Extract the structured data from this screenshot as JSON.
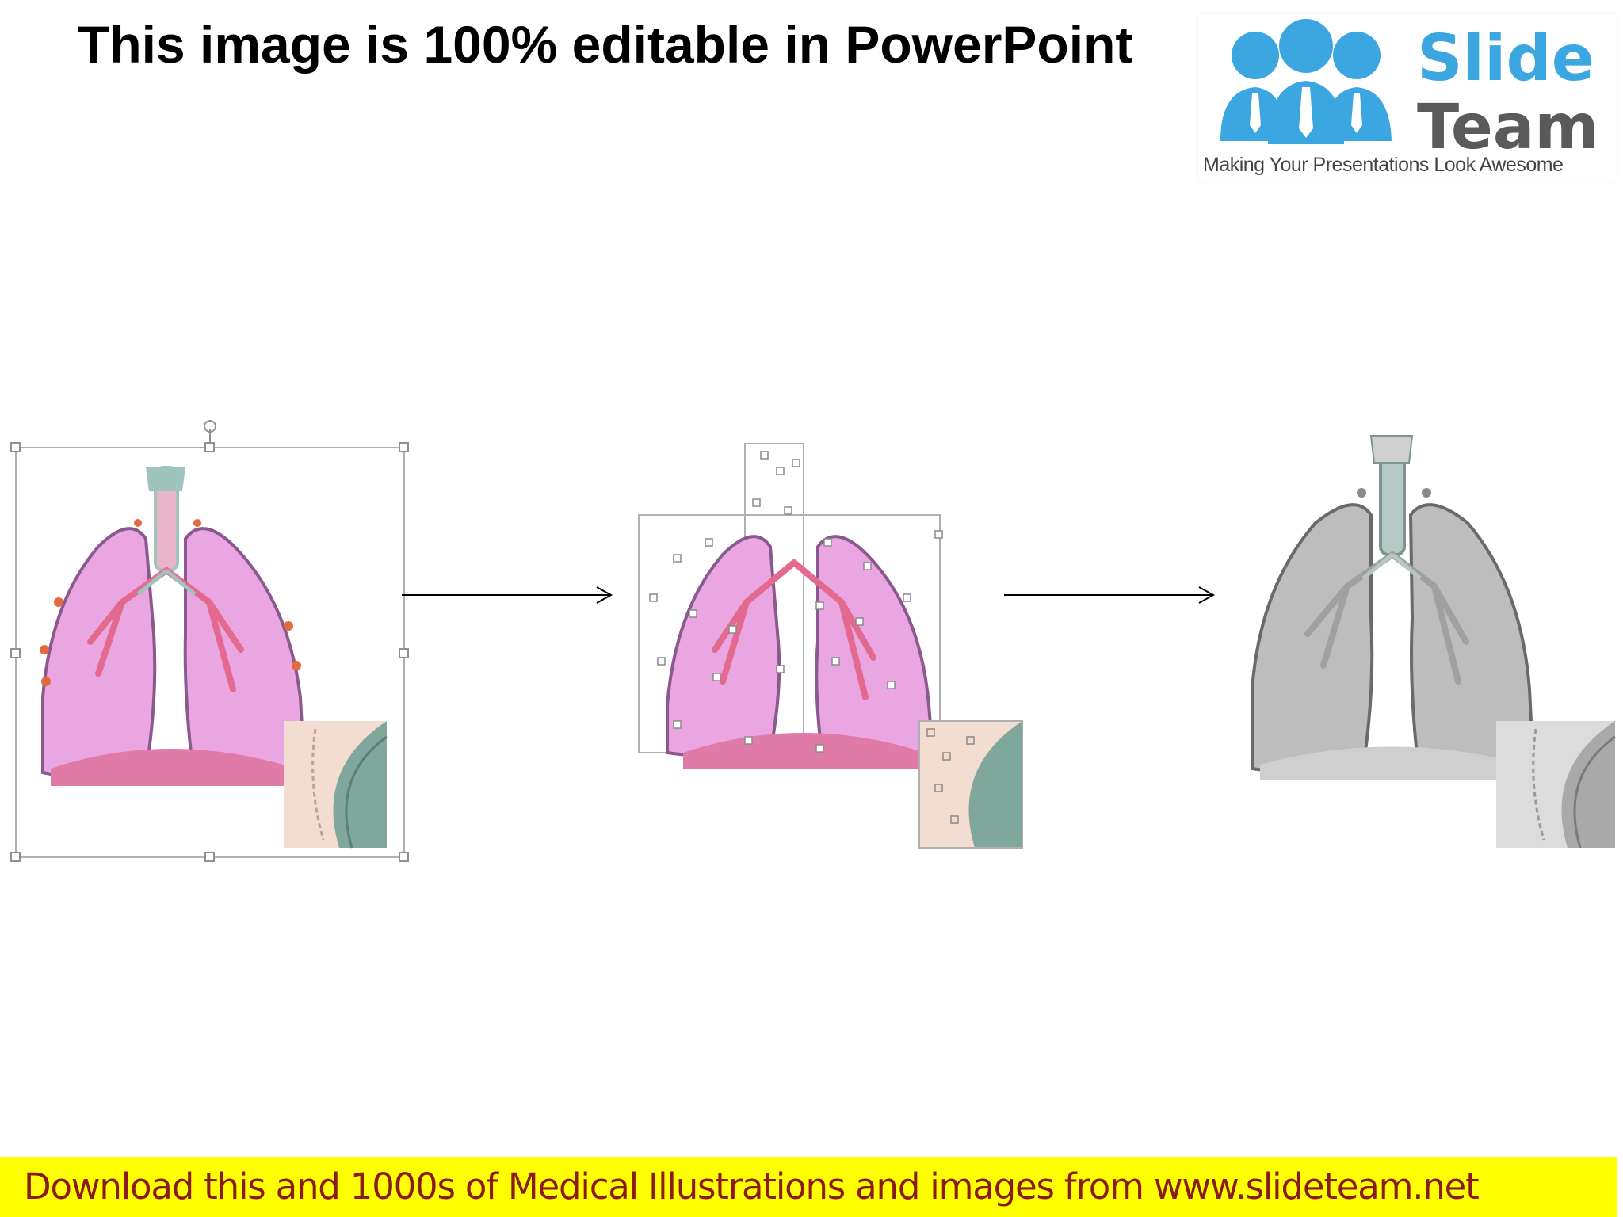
{
  "slide": {
    "title": "This image is 100% editable in PowerPoint",
    "footer": "Download this and 1000s of Medical Illustrations and images from www.slideteam.net"
  },
  "logo": {
    "word_1": "Slide",
    "word_2": "Team",
    "tagline": "Making Your Presentations Look Awesome"
  },
  "colors": {
    "footer_bg": "#ffff00",
    "footer_text": "#8b1a1a",
    "logo_blue": "#3ba6e0",
    "logo_gray": "#5a5a5a",
    "lung_pink": "#e9a6e0",
    "lung_outline": "#8a5a8e",
    "bronchi": "#e36a8e",
    "trachea": "#9fc4bd",
    "diaphragm": "#e07aa6",
    "inset_skin": "#f3dcd0",
    "inset_teal": "#7fa79c",
    "gray_fill": "#bdbdbd",
    "gray_outline": "#6a6a6a"
  },
  "figures": [
    {
      "name": "lung-illustration-selected",
      "style": "color",
      "state": "grouped-selected"
    },
    {
      "name": "lung-illustration-ungrouped",
      "style": "color",
      "state": "ungrouped"
    },
    {
      "name": "lung-illustration-grayscale",
      "style": "grayscale",
      "state": "recolored"
    }
  ],
  "icons": [
    "people-logo-icon",
    "arrow-right-icon",
    "rotate-handle-icon"
  ]
}
